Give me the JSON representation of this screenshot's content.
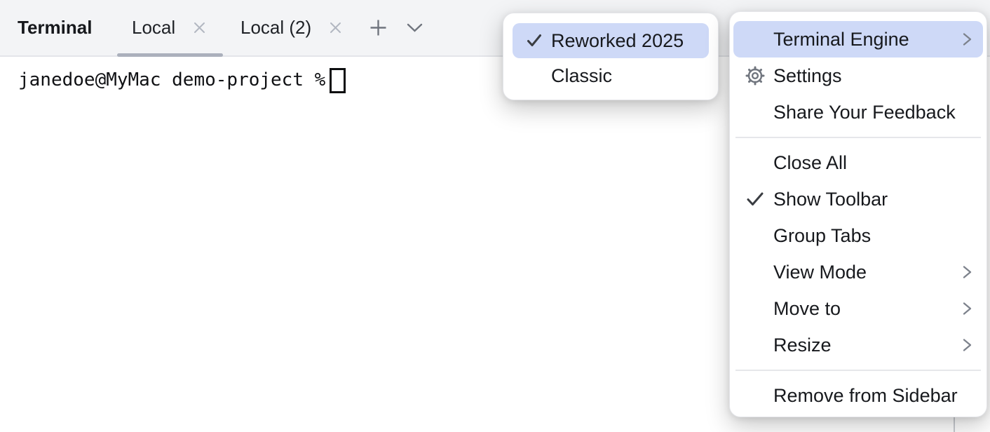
{
  "toolbar": {
    "title": "Terminal",
    "tabs": [
      {
        "label": "Local",
        "active": true,
        "close_icon": "x-icon"
      },
      {
        "label": "Local (2)",
        "active": false,
        "close_icon": "x-icon"
      }
    ],
    "add_tab_icon": "plus-icon",
    "more_tabs_icon": "chevron-down-icon"
  },
  "terminal": {
    "prompt": "janedoe@MyMac demo-project %",
    "cursor_style": "hollow-block"
  },
  "engine_submenu": {
    "items": [
      {
        "label": "Reworked 2025",
        "checked": true,
        "highlighted": true
      },
      {
        "label": "Classic",
        "checked": false,
        "highlighted": false
      }
    ]
  },
  "context_menu": {
    "items": [
      {
        "label": "Terminal Engine",
        "type": "submenu-parent",
        "highlighted": true
      },
      {
        "label": "Settings",
        "icon": "gear-icon"
      },
      {
        "label": "Share Your Feedback"
      },
      {
        "type": "separator"
      },
      {
        "label": "Close All"
      },
      {
        "label": "Show Toolbar",
        "checked": true
      },
      {
        "label": "Group Tabs"
      },
      {
        "label": "View Mode",
        "type": "submenu-parent"
      },
      {
        "label": "Move to",
        "type": "submenu-parent"
      },
      {
        "label": "Resize",
        "type": "submenu-parent"
      },
      {
        "type": "separator"
      },
      {
        "label": "Remove from Sidebar"
      }
    ]
  },
  "colors": {
    "menu_highlight": "#ced9f7",
    "toolbar_bg": "#f3f4f6",
    "toolbar_border": "#e3e5e9",
    "tab_underline": "#abb0bc",
    "menu_bg": "#ffffff",
    "menu_separator": "#e6e7ea",
    "text": "#17191d",
    "icon_gray": "#70757e",
    "check_dark": "#3a3d42"
  }
}
